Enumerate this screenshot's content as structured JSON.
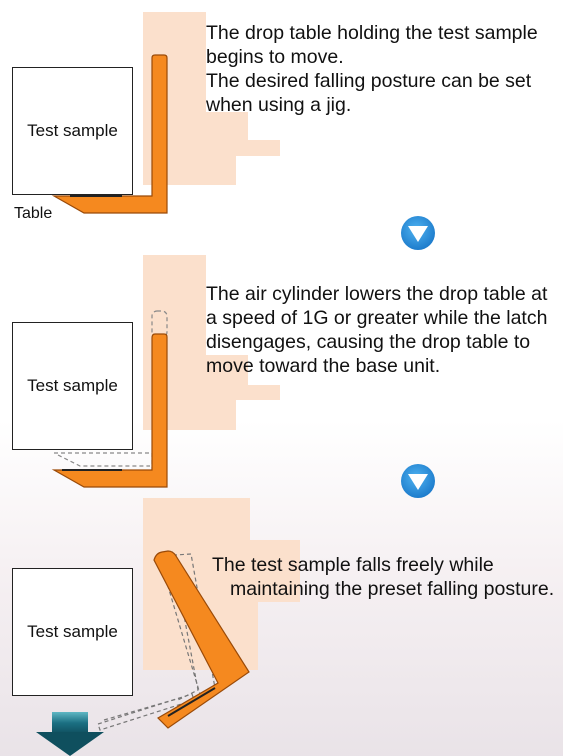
{
  "steps": [
    {
      "lines": [
        "The drop table holding the test sample",
        "begins to move.",
        "The desired falling posture can be set",
        "when using a jig."
      ],
      "sample_label": "Test sample",
      "table_label": "Table"
    },
    {
      "lines": [
        "The air cylinder lowers the drop table at",
        "a speed of 1G or greater while the latch",
        "disengages, causing the drop table to",
        "move toward the base unit."
      ],
      "sample_label": "Test sample"
    },
    {
      "lines": [
        "The test sample falls freely while",
        "maintaining the preset falling posture."
      ],
      "sample_label": "Test sample"
    }
  ],
  "colors": {
    "table_orange": "#f5891f",
    "table_outline": "#9a4a08",
    "backdrop_peach": "#fbe0cc",
    "step_arrow_blue": "#2a8fd8",
    "fall_arrow_teal": "#1b6f82"
  },
  "icons": [
    "step-down-arrow-icon",
    "falling-arrow-icon"
  ]
}
